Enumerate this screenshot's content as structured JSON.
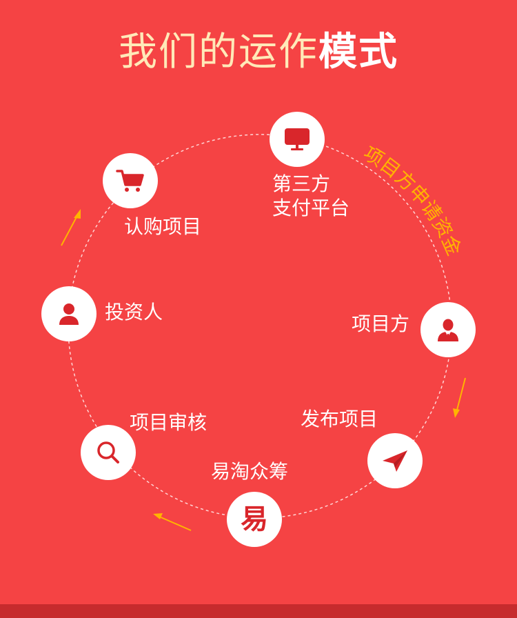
{
  "title": {
    "light": "我们的运作",
    "bold": "模式"
  },
  "nodes": {
    "payment": {
      "line1": "第三方",
      "line2": "支付平台",
      "icon": "monitor-icon"
    },
    "project_party": {
      "label": "项目方",
      "icon": "businessman-icon"
    },
    "publish": {
      "label": "发布项目",
      "icon": "paper-plane-icon"
    },
    "platform": {
      "label": "易淘众筹",
      "glyph": "易",
      "icon": "yi-logo-icon"
    },
    "review": {
      "label": "项目审核",
      "icon": "search-icon"
    },
    "investor": {
      "label": "投资人",
      "icon": "person-icon"
    },
    "subscribe": {
      "label": "认购项目",
      "icon": "cart-icon"
    }
  },
  "arc_text": "项目方申请资金",
  "colors": {
    "background": "#f54344",
    "accent": "#ffb400",
    "icon_red": "#d9262b",
    "title_light": "#ffe9b8"
  }
}
